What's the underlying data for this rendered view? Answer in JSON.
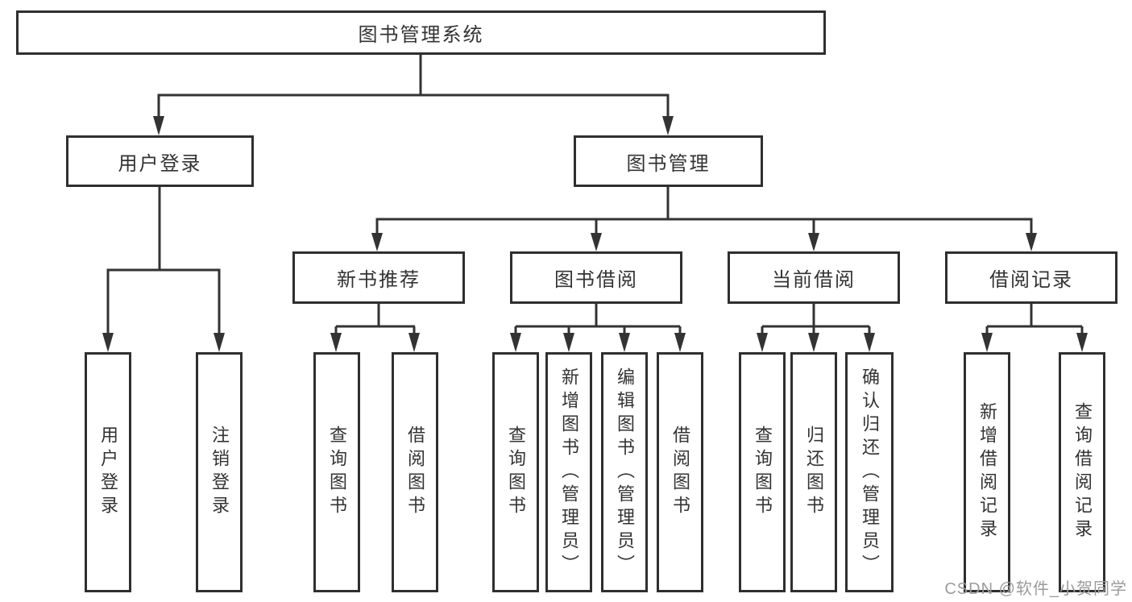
{
  "diagram_type": "hierarchy-chart",
  "tree": {
    "root": {
      "label": "图书管理系统",
      "children": [
        {
          "label": "用户登录",
          "children": [
            {
              "label": "用户登录"
            },
            {
              "label": "注销登录"
            }
          ]
        },
        {
          "label": "图书管理",
          "children": [
            {
              "label": "新书推荐",
              "children": [
                {
                  "label": "查询图书"
                },
                {
                  "label": "借阅图书"
                }
              ]
            },
            {
              "label": "图书借阅",
              "children": [
                {
                  "label": "查询图书"
                },
                {
                  "label": "新增图书（管理员）"
                },
                {
                  "label": "编辑图书（管理员）"
                },
                {
                  "label": "借阅图书"
                }
              ]
            },
            {
              "label": "当前借阅",
              "children": [
                {
                  "label": "查询图书"
                },
                {
                  "label": "归还图书"
                },
                {
                  "label": "确认归还（管理员）"
                }
              ]
            },
            {
              "label": "借阅记录",
              "children": [
                {
                  "label": "新增借阅记录"
                },
                {
                  "label": "查询借阅记录"
                }
              ]
            }
          ]
        }
      ]
    }
  },
  "watermark": "CSDN @软件_小贺同学",
  "colors": {
    "line": "#333333",
    "box_border": "#2f2f2f",
    "text": "#333333",
    "watermark_text": "#9b9b9b",
    "background": "#ffffff"
  }
}
